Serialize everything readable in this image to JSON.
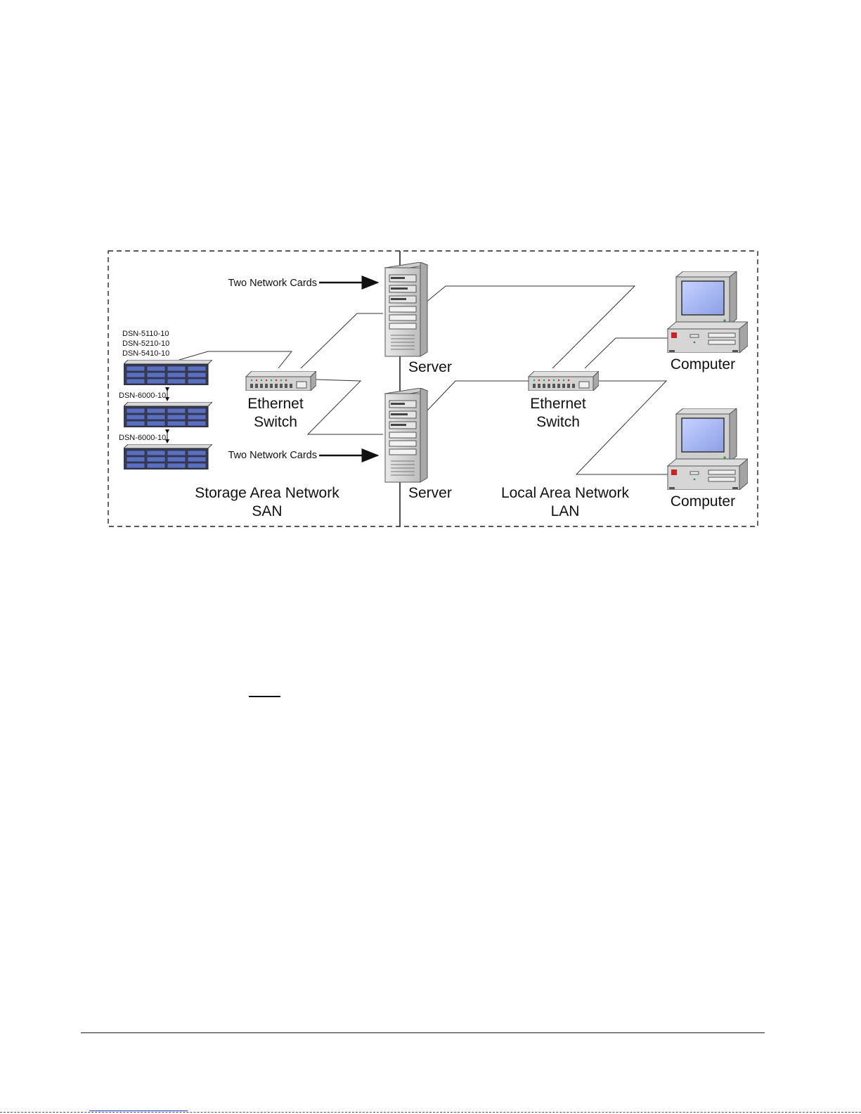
{
  "diagram": {
    "sections": {
      "san": {
        "line1": "Storage Area Network",
        "line2": "SAN"
      },
      "lan": {
        "line1": "Local Area Network",
        "line2": "LAN"
      }
    },
    "servers": [
      {
        "label": "Server"
      },
      {
        "label": "Server"
      }
    ],
    "switches": [
      {
        "line1": "Ethernet",
        "line2": "Switch"
      },
      {
        "line1": "Ethernet",
        "line2": "Switch"
      }
    ],
    "computers": [
      {
        "label": "Computer"
      },
      {
        "label": "Computer"
      }
    ],
    "network_card_labels": [
      "Two Network Cards",
      "Two Network Cards"
    ],
    "storage": {
      "primary_models": [
        "DSN-5110-10",
        "DSN-5210-10",
        "DSN-5410-10"
      ],
      "expansion_models": [
        "DSN-6000-10",
        "DSN-6000-10"
      ]
    },
    "colors": {
      "screen": "#a6b6ee",
      "chassis": "#d9d9d9",
      "storage_front": "#3a3f55",
      "storage_accent": "#5a7bd8",
      "led_red": "#cc2222"
    }
  }
}
